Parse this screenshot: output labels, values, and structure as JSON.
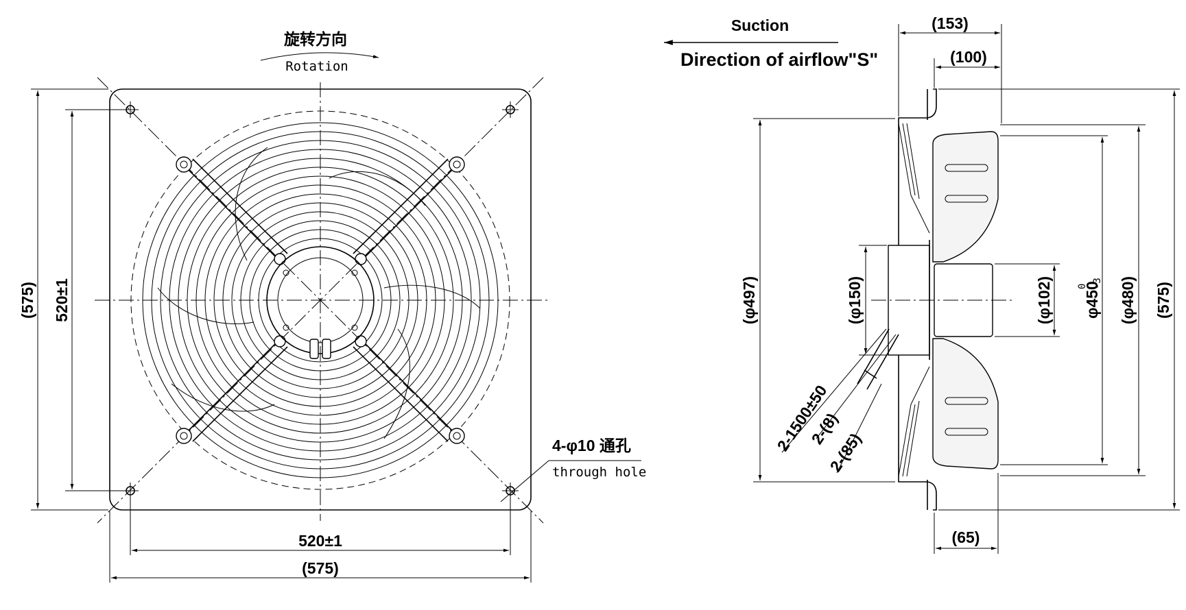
{
  "front_view": {
    "rotation_cn": "旋转方向",
    "rotation_en": "Rotation",
    "dim_height_outer": "(575)",
    "dim_height_holes": "520±1",
    "dim_width_holes": "520±1",
    "dim_width_outer": "(575)",
    "hole_spec": "4-φ10 通孔",
    "hole_spec_en": "through hole"
  },
  "side_view": {
    "suction": "Suction",
    "airflow": "Direction of airflow\"S\"",
    "dim_153": "(153)",
    "dim_100": "(100)",
    "dim_65": "(65)",
    "dim_phi497": "(φ497)",
    "dim_phi150": "(φ150)",
    "dim_phi102": "(φ102)",
    "dim_phi450": "φ450",
    "dim_phi450_tol_upper": "0",
    "dim_phi450_tol_lower": "-3",
    "dim_phi480": "(φ480)",
    "dim_575": "(575)",
    "cable_length": "2-1500±50",
    "cable_dia": "2-(8)",
    "cable_gland": "2-(85)"
  }
}
